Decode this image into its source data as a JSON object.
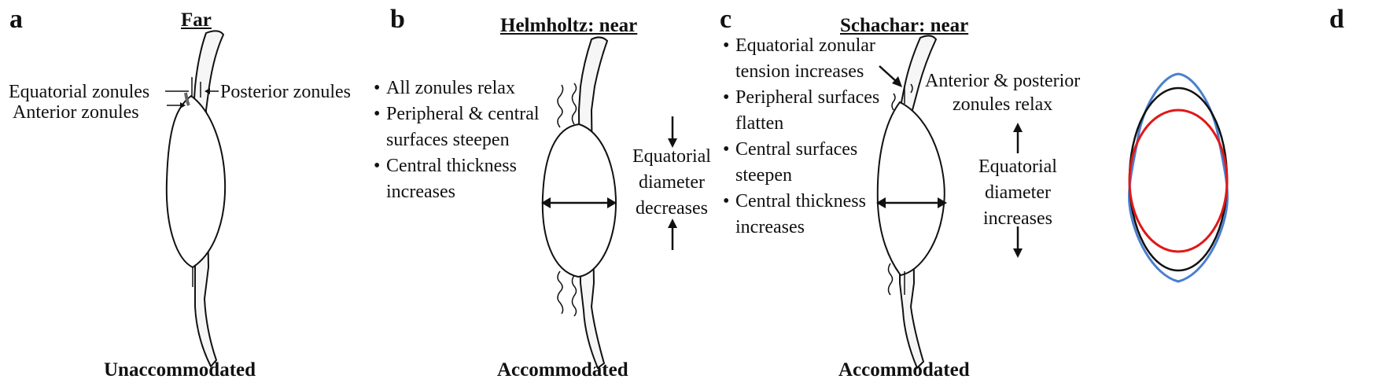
{
  "panel_a": {
    "letter": "a",
    "title": "Far",
    "caption": "Unaccommodated",
    "labels": {
      "equatorial": "Equatorial zonules",
      "anterior": "Anterior zonules",
      "posterior": "Posterior zonules"
    }
  },
  "panel_b": {
    "letter": "b",
    "title": "Helmholtz: near",
    "caption": "Accommodated",
    "bullets": [
      "All zonules relax",
      "Peripheral & central",
      "surfaces steepen",
      "Central thickness",
      "increases"
    ],
    "diameter_text": [
      "Equatorial",
      "diameter",
      "decreases"
    ]
  },
  "panel_c": {
    "letter": "c",
    "title": "Schachar: near",
    "caption": "Accommodated",
    "bullets": [
      "Equatorial zonular",
      "tension increases",
      "Peripheral surfaces",
      "flatten",
      "Central surfaces",
      "steepen",
      "Central thickness",
      "increases"
    ],
    "relax_text": [
      "Anterior & posterior",
      "zonules relax"
    ],
    "diameter_text": [
      "Equatorial",
      "diameter",
      "increases"
    ]
  },
  "panel_d": {
    "letter": "d",
    "colors": {
      "blue": "#4a7fd0",
      "black": "#111111",
      "red": "#e01818"
    }
  },
  "colors": {
    "line": "#111111",
    "zonule": "#666666"
  }
}
